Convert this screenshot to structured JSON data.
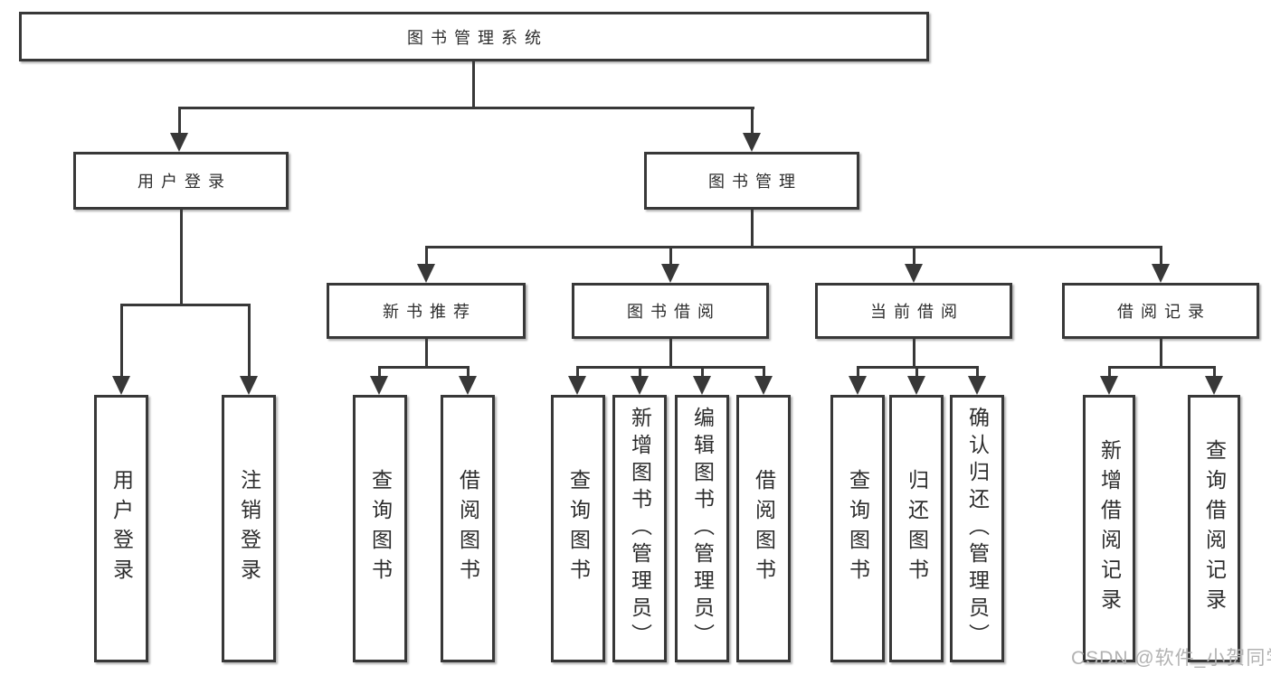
{
  "diagram": {
    "title_node": "图书管理系统",
    "level1": {
      "user_login": "用户登录",
      "book_management": "图书管理"
    },
    "level2": {
      "new_book_recommendation": "新书推荐",
      "book_borrowing": "图书借阅",
      "current_borrowing": "当前借阅",
      "borrowing_records": "借阅记录"
    },
    "level3": {
      "user_login_leaf": "用户登录",
      "logout": "注销登录",
      "recommend_query_books": "查询图书",
      "recommend_borrow_books": "借阅图书",
      "borrowing_query_books": "查询图书",
      "borrowing_add_books_admin": "新增图书（管理员）",
      "borrowing_edit_books_admin": "编辑图书（管理员）",
      "borrowing_borrow_books": "借阅图书",
      "current_query_books": "查询图书",
      "current_return_books": "归还图书",
      "current_confirm_return_admin": "确认归还（管理员）",
      "records_add_record": "新增借阅记录",
      "records_query_record": "查询借阅记录"
    }
  },
  "watermark": {
    "text": "CSDN @软件_小贺同学",
    "color": "#b2b2b2"
  },
  "colors": {
    "line": "#383838",
    "text": "#2d2d2d",
    "background": "#ffffff"
  }
}
